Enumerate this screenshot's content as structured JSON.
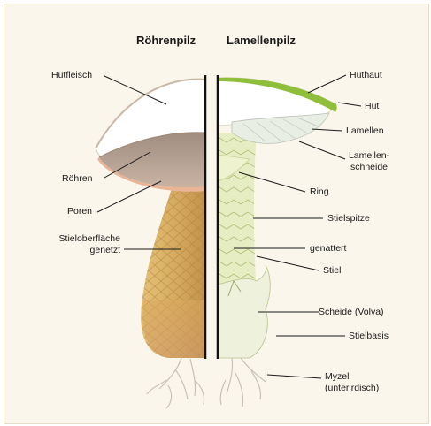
{
  "headings": {
    "left": "Röhrenpilz",
    "right": "Lamellenpilz"
  },
  "labels": {
    "hutfleisch": "Hutfleisch",
    "roehren": "Röhren",
    "poren": "Poren",
    "stieloberflaeche_line1": "Stieloberfläche",
    "stieloberflaeche_line2": "genetzt",
    "huthaut": "Huthaut",
    "hut": "Hut",
    "lamellen": "Lamellen",
    "lamellenschneide_line1": "Lamellen-",
    "lamellenschneide_line2": "schneide",
    "ring": "Ring",
    "stielspitze": "Stielspitze",
    "genattert": "genattert",
    "stiel": "Stiel",
    "scheide": "Scheide (Volva)",
    "stielbasis": "Stielbasis",
    "myzel_line1": "Myzel",
    "myzel_line2": "(unterirdisch)"
  },
  "colors": {
    "background": "#fbf6ec",
    "divider": "#111111",
    "cap_flesh": "#ffffff",
    "tubes": "#b7a394",
    "pores": "#e9b497",
    "stem_left": "#d9b46a",
    "stem_right": "#e8efc8",
    "cap_skin": "#8fbf3a"
  }
}
